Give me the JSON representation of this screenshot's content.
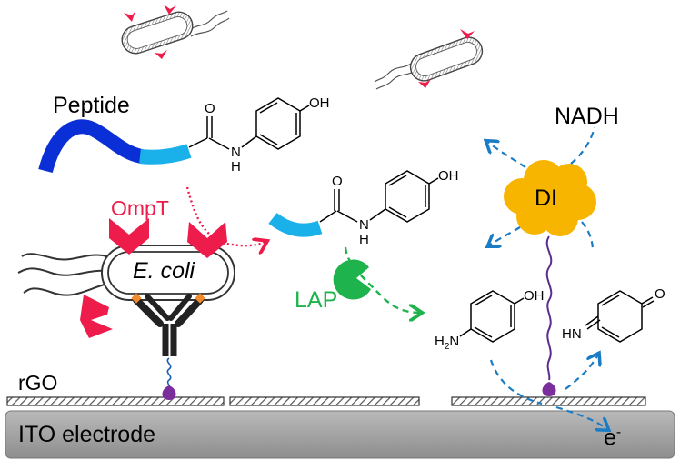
{
  "labels": {
    "peptide": "Peptide",
    "ompt": "OmpT",
    "ecoli": "E. coli",
    "lap": "LAP",
    "nadh": "NADH",
    "di": "DI",
    "rgo": "rGO",
    "electrode": "ITO electrode",
    "electron": "e",
    "electron_sup": "-"
  },
  "chem": {
    "oh1": "OH",
    "o1": "O",
    "n1": "N",
    "h1": "H",
    "oh2": "OH",
    "o2": "O",
    "n2": "N",
    "h2": "H",
    "oh3": "OH",
    "h2n": "H",
    "h2n_sub": "2",
    "h2n_n": "N",
    "hn": "HN",
    "o3": "O"
  },
  "colors": {
    "peptide_dark": "#0a2fd6",
    "peptide_light": "#1ab0ea",
    "ompt": "#ee1c4b",
    "lap": "#1eb34c",
    "di": "#f7b500",
    "linker": "#5b2c8f",
    "arrow_blue": "#1a7cc4",
    "electrode": "#9a9a9a"
  }
}
